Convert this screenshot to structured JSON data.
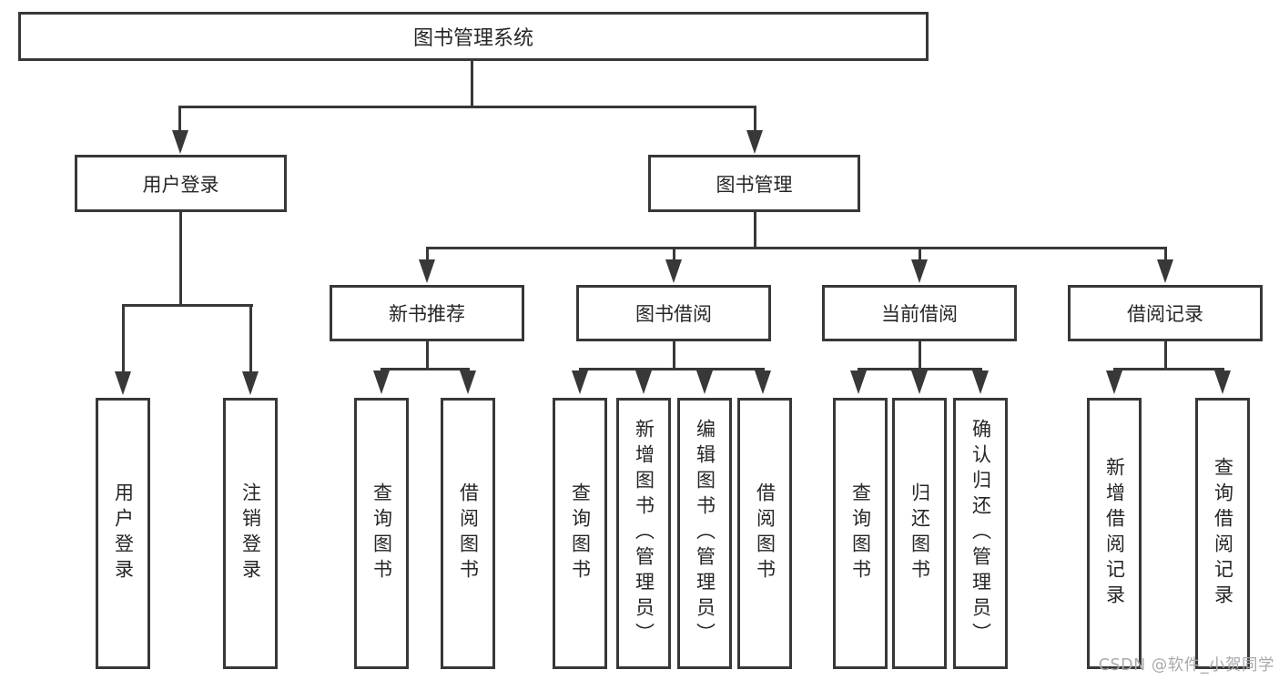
{
  "diagram": {
    "tree": {
      "label": "图书管理系统",
      "children": [
        {
          "label": "用户登录",
          "children": [
            {
              "label": "用户登录"
            },
            {
              "label": "注销登录"
            }
          ]
        },
        {
          "label": "图书管理",
          "children": [
            {
              "label": "新书推荐",
              "children": [
                {
                  "label": "查询图书"
                },
                {
                  "label": "借阅图书"
                }
              ]
            },
            {
              "label": "图书借阅",
              "children": [
                {
                  "label": "查询图书"
                },
                {
                  "label": "新增图书（管理员）"
                },
                {
                  "label": "编辑图书（管理员）"
                },
                {
                  "label": "借阅图书"
                }
              ]
            },
            {
              "label": "当前借阅",
              "children": [
                {
                  "label": "查询图书"
                },
                {
                  "label": "归还图书"
                },
                {
                  "label": "确认归还（管理员）"
                }
              ]
            },
            {
              "label": "借阅记录",
              "children": [
                {
                  "label": "新增借阅记录"
                },
                {
                  "label": "查询借阅记录"
                }
              ]
            }
          ]
        }
      ]
    },
    "colors": {
      "line": "#383838",
      "text": "#262626",
      "background": "#ffffff",
      "watermark": "#a9aaae"
    }
  },
  "watermark": {
    "text": "CSDN @软件_小贺同学"
  }
}
